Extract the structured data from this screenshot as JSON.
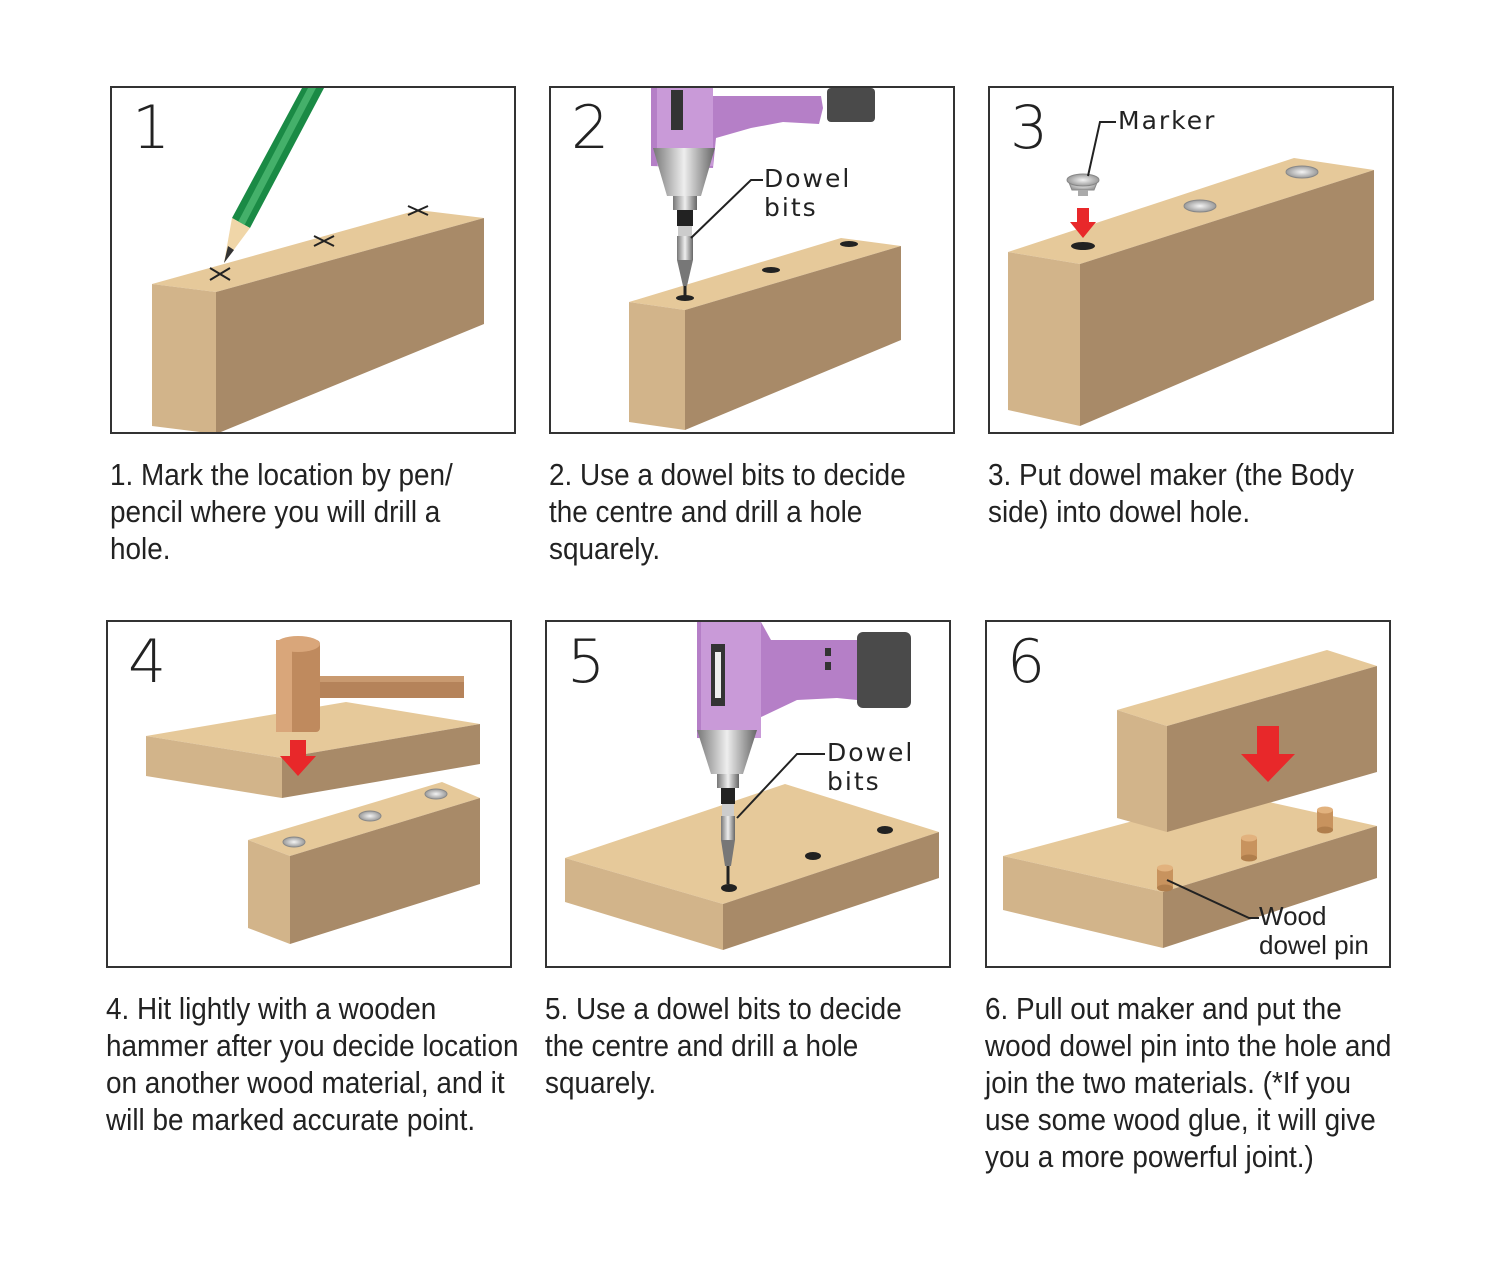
{
  "steps": [
    {
      "number": "1",
      "caption": "1. Mark the location by pen/ pencil where you will drill a hole."
    },
    {
      "number": "2",
      "callout": "Dowel\nbits",
      "caption": "2. Use a dowel bits to decide the centre and drill a hole squarely."
    },
    {
      "number": "3",
      "callout": "Marker",
      "caption": "3. Put dowel maker (the Body side) into dowel hole."
    },
    {
      "number": "4",
      "caption": "4. Hit lightly with a wooden hammer after you decide location on another wood material, and it will be marked accurate point."
    },
    {
      "number": "5",
      "callout": "Dowel\nbits",
      "caption": "5. Use a dowel bits to decide the centre and drill a hole squarely."
    },
    {
      "number": "6",
      "callout": "Wood\ndowel pin",
      "caption": "6. Pull out maker and put the wood dowel pin into the hole and join the two materials. (*If you use some wood glue, it will give you a more powerful joint.)"
    }
  ],
  "colors": {
    "wood_top": "#e6c99a",
    "wood_front": "#a88a68",
    "wood_side": "#d2b48a",
    "drill_purple": "#b57fc7",
    "arrow_red": "#e8282a",
    "pencil_green": "#1a8a45"
  }
}
